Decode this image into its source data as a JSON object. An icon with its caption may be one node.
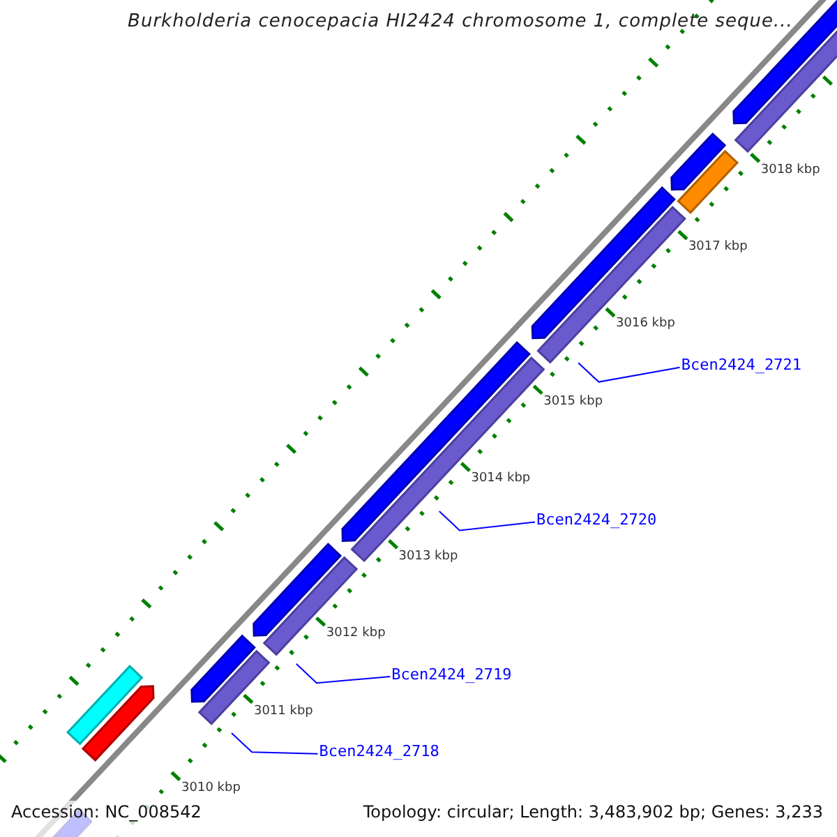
{
  "diagram": {
    "title": "Burkholderia cenocepacia HI2424 chromosome 1, complete seque...",
    "nodes": [
      {
        "text": [
          "Bcen2424_2721"
        ]
      },
      {
        "text": [
          "Bcen2424_2720"
        ]
      },
      {
        "text": [
          "Bcen2424_2719"
        ]
      },
      {
        "text": [
          "Bcen2424_2718"
        ]
      }
    ],
    "edges": [
      {
        "from": 0,
        "to": null,
        "arrow": "none"
      },
      {
        "from": 1,
        "to": null,
        "arrow": "none"
      },
      {
        "from": 2,
        "to": null,
        "arrow": "none"
      },
      {
        "from": 3,
        "to": null,
        "arrow": "none"
      }
    ],
    "labels": [
      "3018 kbp",
      "3017 kbp",
      "3016 kbp",
      "3015 kbp",
      "3014 kbp",
      "3013 kbp",
      "3012 kbp",
      "3011 kbp",
      "3010 kbp",
      "Accession: NC_008542",
      "Topology: circular; Length: 3,483,902 bp; Genes: 3,233"
    ]
  }
}
